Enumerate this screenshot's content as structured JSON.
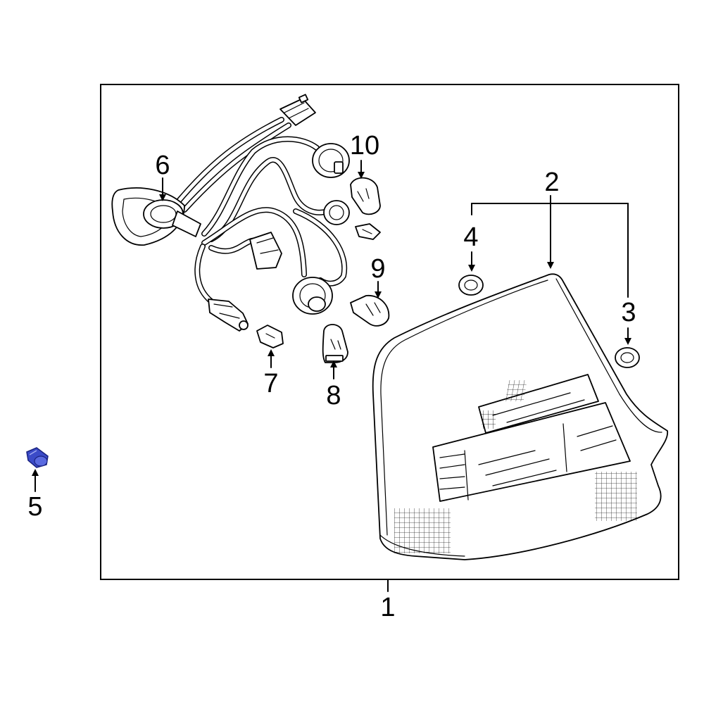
{
  "diagram": {
    "callouts": {
      "c1": "1",
      "c2": "2",
      "c3": "3",
      "c4": "4",
      "c5": "5",
      "c6": "6",
      "c7": "7",
      "c8": "8",
      "c9": "9",
      "c10": "10"
    },
    "colors": {
      "line": "#000000",
      "background": "#ffffff",
      "highlight": "#3b4bc8"
    },
    "highlighted_part": "5"
  }
}
